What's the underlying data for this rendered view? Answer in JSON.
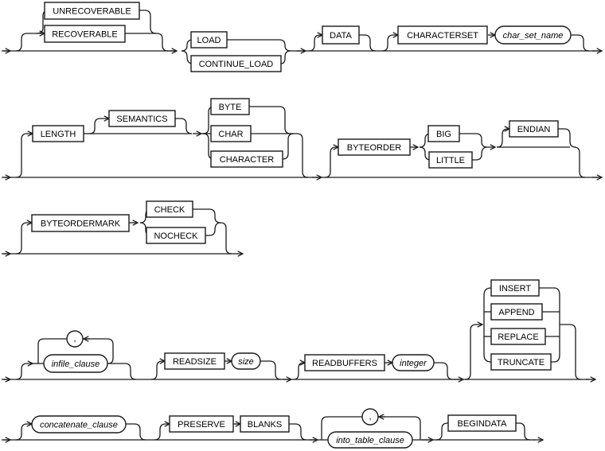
{
  "diagram": {
    "type": "syntax-railroad-diagram",
    "description": "SQL*Loader load statement syntax diagram",
    "colors": {
      "background": "#ffffff",
      "line": "#1a1a1a",
      "box_fill": "#ffffff",
      "box_border": "#000000",
      "text": "#000000"
    },
    "rows": [
      {
        "id": "row-1",
        "nodes": [
          {
            "label": "UNRECOVERABLE",
            "shape": "box"
          },
          {
            "label": "RECOVERABLE",
            "shape": "box"
          },
          {
            "label": "LOAD",
            "shape": "box"
          },
          {
            "label": "CONTINUE_LOAD",
            "shape": "box"
          },
          {
            "label": "DATA",
            "shape": "box"
          },
          {
            "label": "CHARACTERSET",
            "shape": "box"
          },
          {
            "label": "char_set_name",
            "shape": "oval"
          }
        ]
      },
      {
        "id": "row-2",
        "nodes": [
          {
            "label": "LENGTH",
            "shape": "box"
          },
          {
            "label": "SEMANTICS",
            "shape": "box"
          },
          {
            "label": "BYTE",
            "shape": "box"
          },
          {
            "label": "CHAR",
            "shape": "box"
          },
          {
            "label": "CHARACTER",
            "shape": "box"
          },
          {
            "label": "BYTEORDER",
            "shape": "box"
          },
          {
            "label": "BIG",
            "shape": "box"
          },
          {
            "label": "LITTLE",
            "shape": "box"
          },
          {
            "label": "ENDIAN",
            "shape": "box"
          }
        ]
      },
      {
        "id": "row-3",
        "nodes": [
          {
            "label": "BYTEORDERMARK",
            "shape": "box"
          },
          {
            "label": "CHECK",
            "shape": "box"
          },
          {
            "label": "NOCHECK",
            "shape": "box"
          }
        ]
      },
      {
        "id": "row-4",
        "nodes": [
          {
            "label": ",",
            "shape": "loop-separator"
          },
          {
            "label": "infile_clause",
            "shape": "oval"
          },
          {
            "label": "READSIZE",
            "shape": "box"
          },
          {
            "label": "size",
            "shape": "oval"
          },
          {
            "label": "READBUFFERS",
            "shape": "box"
          },
          {
            "label": "integer",
            "shape": "oval"
          },
          {
            "label": "INSERT",
            "shape": "box"
          },
          {
            "label": "APPEND",
            "shape": "box"
          },
          {
            "label": "REPLACE",
            "shape": "box"
          },
          {
            "label": "TRUNCATE",
            "shape": "box"
          }
        ]
      },
      {
        "id": "row-5",
        "nodes": [
          {
            "label": "concatenate_clause",
            "shape": "oval"
          },
          {
            "label": "PRESERVE",
            "shape": "box"
          },
          {
            "label": "BLANKS",
            "shape": "box"
          },
          {
            "label": ",",
            "shape": "loop-separator"
          },
          {
            "label": "into_table_clause",
            "shape": "oval"
          },
          {
            "label": "BEGINDATA",
            "shape": "box"
          }
        ]
      }
    ]
  }
}
